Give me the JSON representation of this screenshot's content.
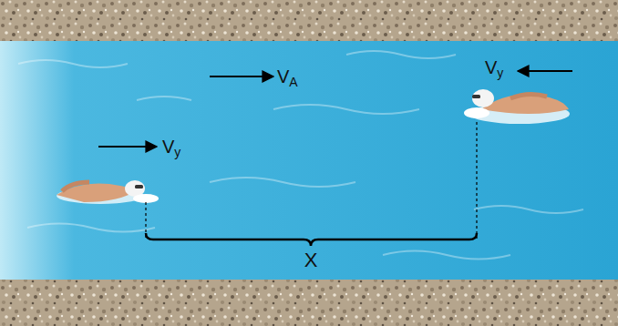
{
  "diagram": {
    "labels": [
      "V",
      "A",
      "V",
      "y",
      "V",
      "y",
      "X"
    ]
  }
}
